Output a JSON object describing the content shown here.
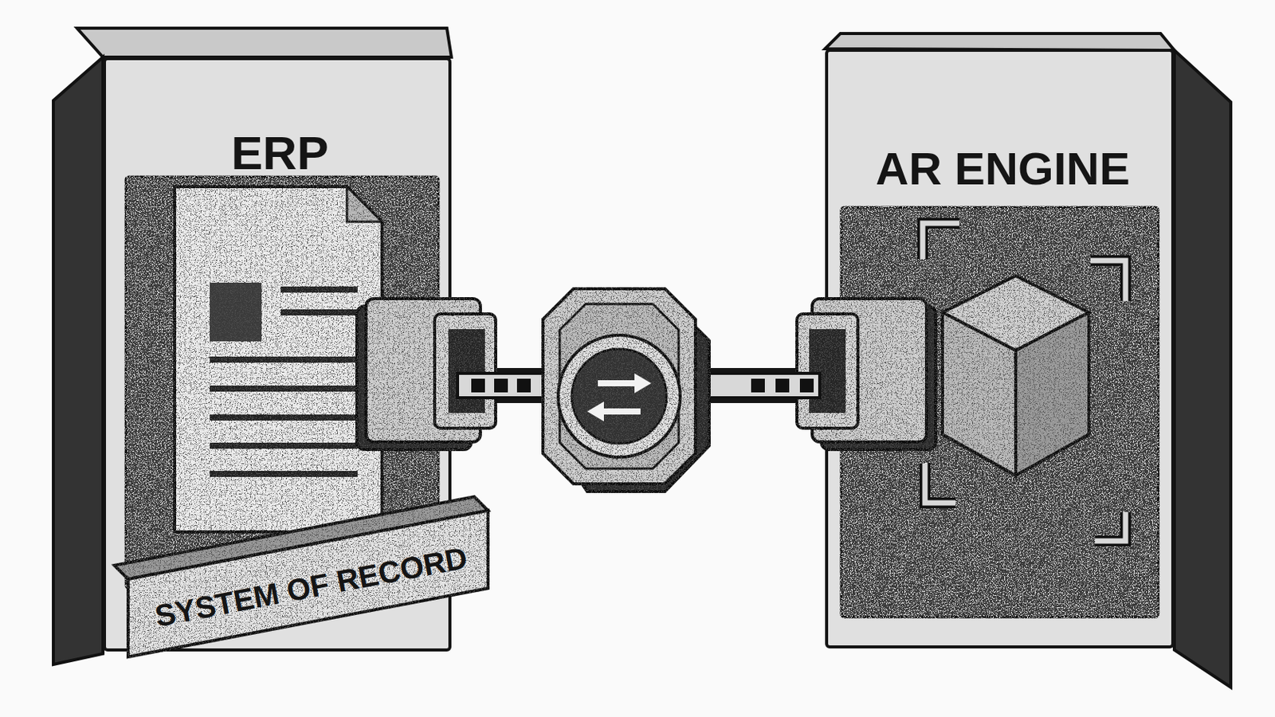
{
  "diagram": {
    "nodes": [
      {
        "text": [
          "ERP",
          "SYSTEM OF RECORD"
        ]
      },
      {
        "text": [
          "AR ENGINE"
        ]
      }
    ],
    "edges": [
      {
        "from": 0,
        "to": 1,
        "arrow": "none"
      }
    ]
  }
}
